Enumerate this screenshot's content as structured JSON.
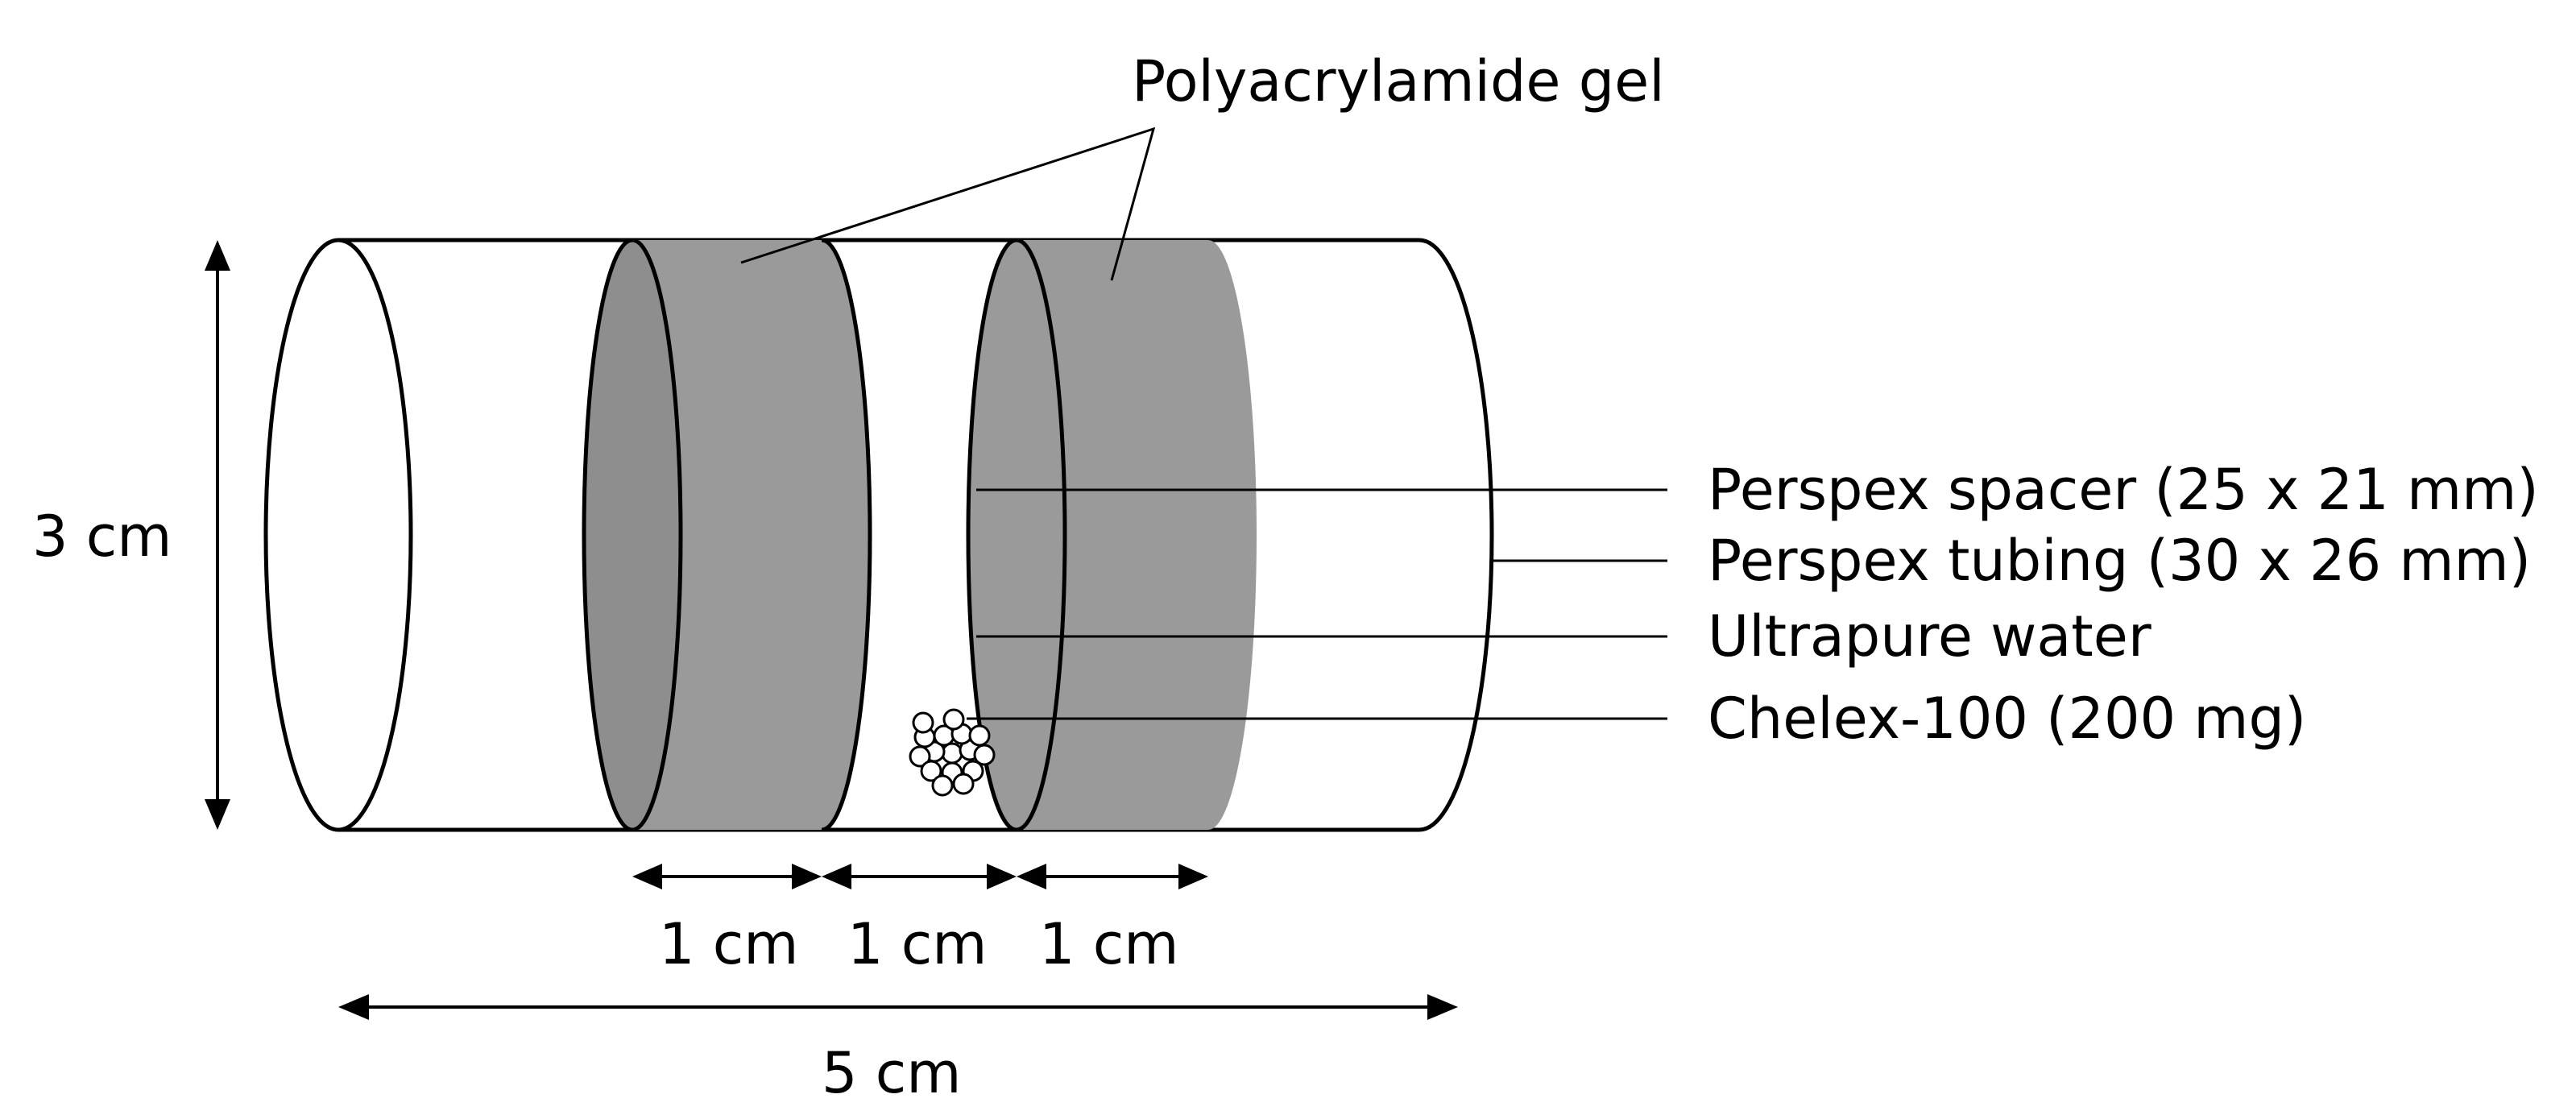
{
  "diagram": {
    "labels": {
      "gel": "Polyacrylamide gel",
      "spacer": "Perspex spacer (25 x 21 mm)",
      "tubing": "Perspex tubing (30 x 26 mm)",
      "water": "Ultrapure water",
      "chelex": "Chelex-100 (200 mg)"
    },
    "dimensions": {
      "height": "3 cm",
      "segment_1": "1 cm",
      "segment_2": "1 cm",
      "segment_3": "1 cm",
      "length": "5 cm"
    },
    "colors": {
      "gel_band": "#9a9a9a",
      "gel_inner_face": "#8e8e8e",
      "outline": "#000000",
      "background": "#ffffff"
    }
  }
}
